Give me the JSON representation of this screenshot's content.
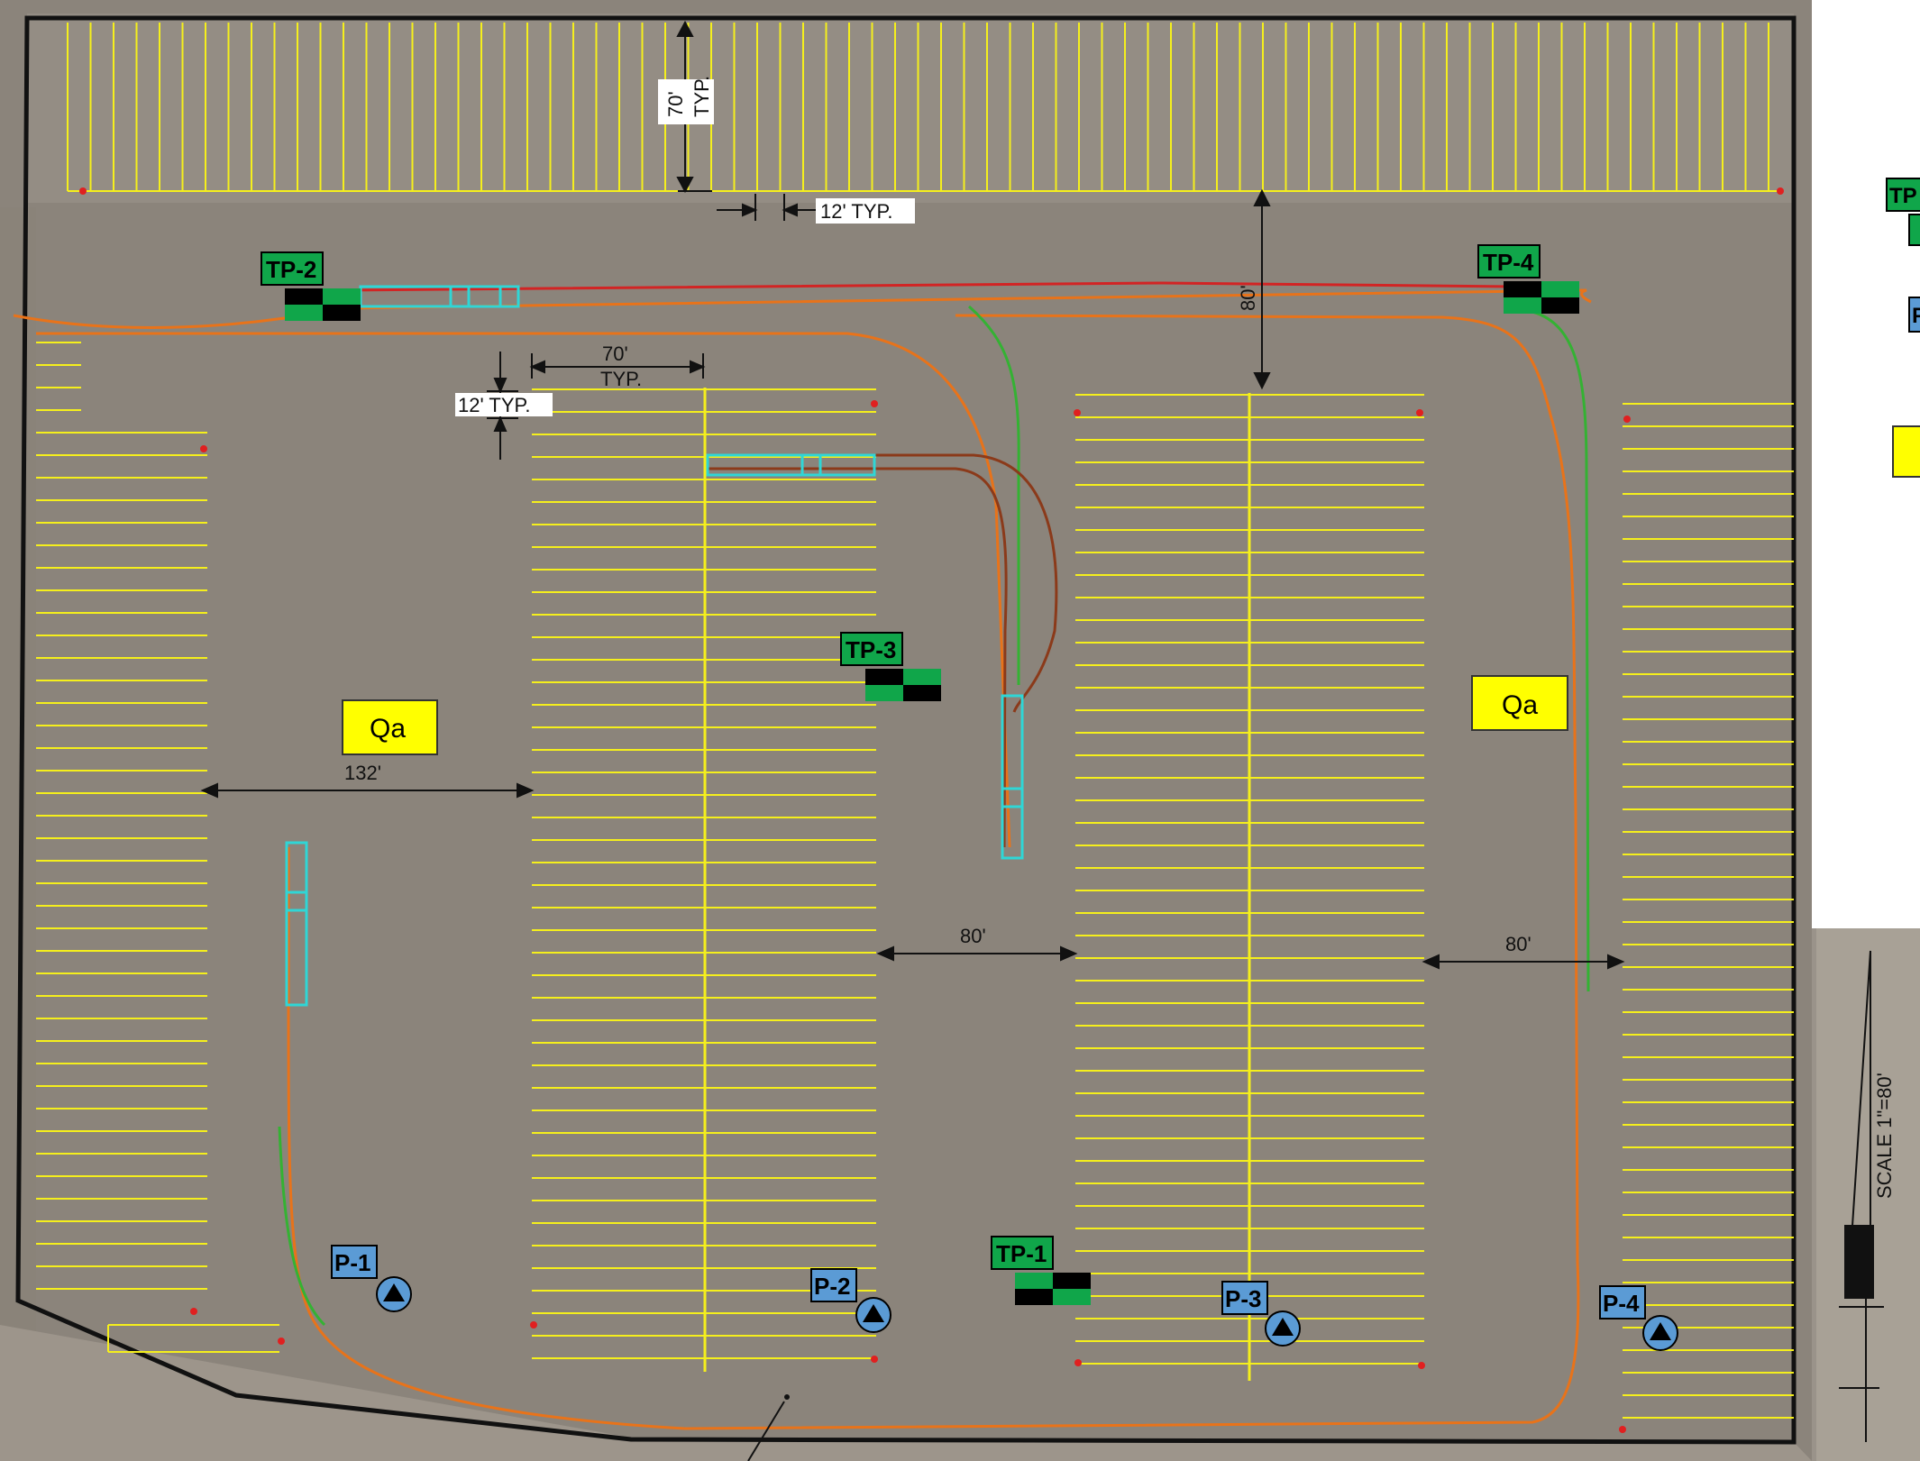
{
  "colors": {
    "pavement": "#8b847b",
    "stripe": "#f5ef1c",
    "boundary": "#111111",
    "test_pit_label_bg": "#10a64a",
    "probe_label_bg": "#5b9bd5",
    "geology_label_bg": "#ffff00",
    "route_orange": "#e8731a",
    "route_red": "#d22424",
    "route_green": "#34b233",
    "structure_cyan": "#2fd6d6",
    "structure_brown": "#8b3a1a"
  },
  "icons": {
    "test_pit": "test-pit-symbol-icon",
    "probe": "probe-triangle-icon",
    "parking_marker": "red-dot-icon",
    "scale": "scale-wedge-icon"
  },
  "test_pits": [
    {
      "id": "tp-1",
      "label": "TP-1"
    },
    {
      "id": "tp-2",
      "label": "TP-2"
    },
    {
      "id": "tp-3",
      "label": "TP-3"
    },
    {
      "id": "tp-4",
      "label": "TP-4"
    }
  ],
  "probes": [
    {
      "id": "p-1",
      "label": "P-1"
    },
    {
      "id": "p-2",
      "label": "P-2"
    },
    {
      "id": "p-3",
      "label": "P-3"
    },
    {
      "id": "p-4",
      "label": "P-4"
    }
  ],
  "geology_labels": [
    {
      "id": "qa-west",
      "label": "Qa"
    },
    {
      "id": "qa-east",
      "label": "Qa"
    }
  ],
  "dimensions": {
    "top_stall_depth_value": "70'",
    "top_stall_depth_note": "TYP.",
    "stall_width_top": "12' TYP.",
    "stall_depth_middle_value": "70'",
    "stall_depth_middle_note": "TYP.",
    "stall_width_middle": "12' TYP.",
    "aisle_north": "80'",
    "aisle_west": "132'",
    "aisle_center": "80'",
    "aisle_east": "80'"
  },
  "scale_text": "SCALE 1\"=80'",
  "legend": {
    "test_pit_label_partial": "TP",
    "probe_label_partial": "P"
  }
}
